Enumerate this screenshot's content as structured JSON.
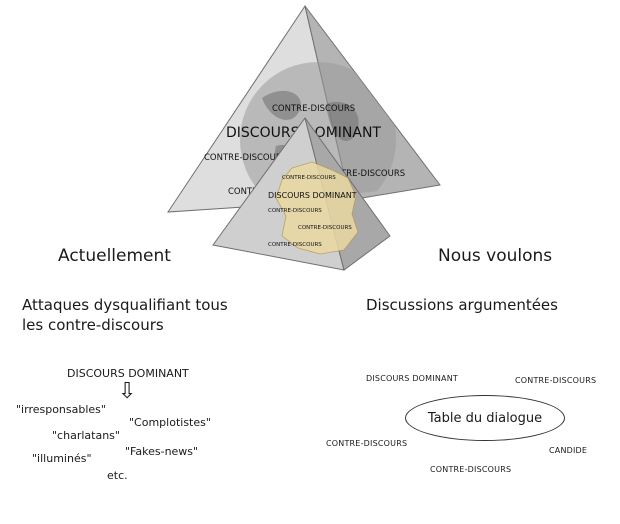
{
  "pyramid_large": {
    "labels": [
      "CONTRE-DISCOURS",
      "DISCOURS DOMINANT",
      "CONTRE-DISCOURS",
      "CONTRE-DISCOURS",
      "CONTRE-DISCOURS"
    ]
  },
  "pyramid_small": {
    "labels": [
      "CONTRE-DISCOURS",
      "DISCOURS DOMINANT",
      "CONTRE-DISCOURS",
      "CONTRE-DISCOURS",
      "CONTRE-DISCOURS"
    ]
  },
  "left": {
    "heading": "Actuellement",
    "subtitle_line1": "Attaques dysqualifiant tous",
    "subtitle_line2": "les contre-discours",
    "dominant": "DISCOURS DOMINANT",
    "arrow": "⇩",
    "insults": [
      "\"irresponsables\"",
      "\"Complotistes\"",
      "\"charlatans\"",
      "\"Fakes-news\"",
      "\"illuminés\"",
      "etc."
    ]
  },
  "right": {
    "heading": "Nous voulons",
    "subtitle": "Discussions argumentées",
    "table": "Table du dialogue",
    "participants": [
      "DISCOURS DOMINANT",
      "CONTRE-DISCOURS",
      "CONTRE-DISCOURS",
      "CANDIDE",
      "CONTRE-DISCOURS"
    ]
  },
  "colors": {
    "pyramid_light": "#dcdcdc",
    "pyramid_mid": "#c4c4c4",
    "pyramid_dark": "#a9a9a9",
    "globe": "#8d8d8d",
    "france": "#e8d9a6"
  }
}
